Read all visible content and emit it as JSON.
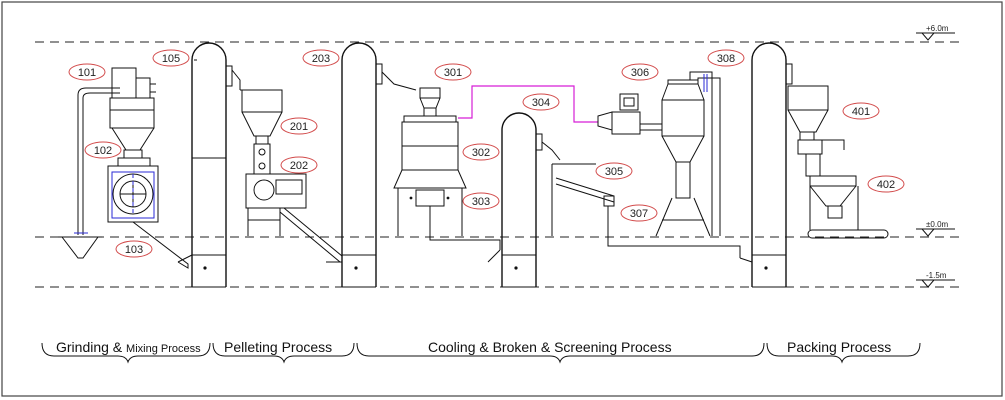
{
  "levels": [
    {
      "key": "top",
      "label": "+6.0m"
    },
    {
      "key": "ground",
      "label": "±0.0m"
    },
    {
      "key": "pit",
      "label": "-1.5m"
    }
  ],
  "equipment_tags": {
    "t101": "101",
    "t102": "102",
    "t103": "103",
    "t105": "105",
    "t201": "201",
    "t202": "202",
    "t203": "203",
    "t301": "301",
    "t302": "302",
    "t303": "303",
    "t304": "304",
    "t305": "305",
    "t306": "306",
    "t307": "307",
    "t308": "308",
    "t401": "401",
    "t402": "402"
  },
  "processes": {
    "grinding_a": "Grinding & ",
    "grinding_b": "Mixing Process",
    "pelleting": "Pelleting Process",
    "cooling": "Cooling & Broken & Screening Process",
    "packing": "Packing Process"
  },
  "colors": {
    "tag_circle": "#d24a4a",
    "air_duct": "#d61fd6",
    "hidden_lines": "#2a2ad6"
  }
}
